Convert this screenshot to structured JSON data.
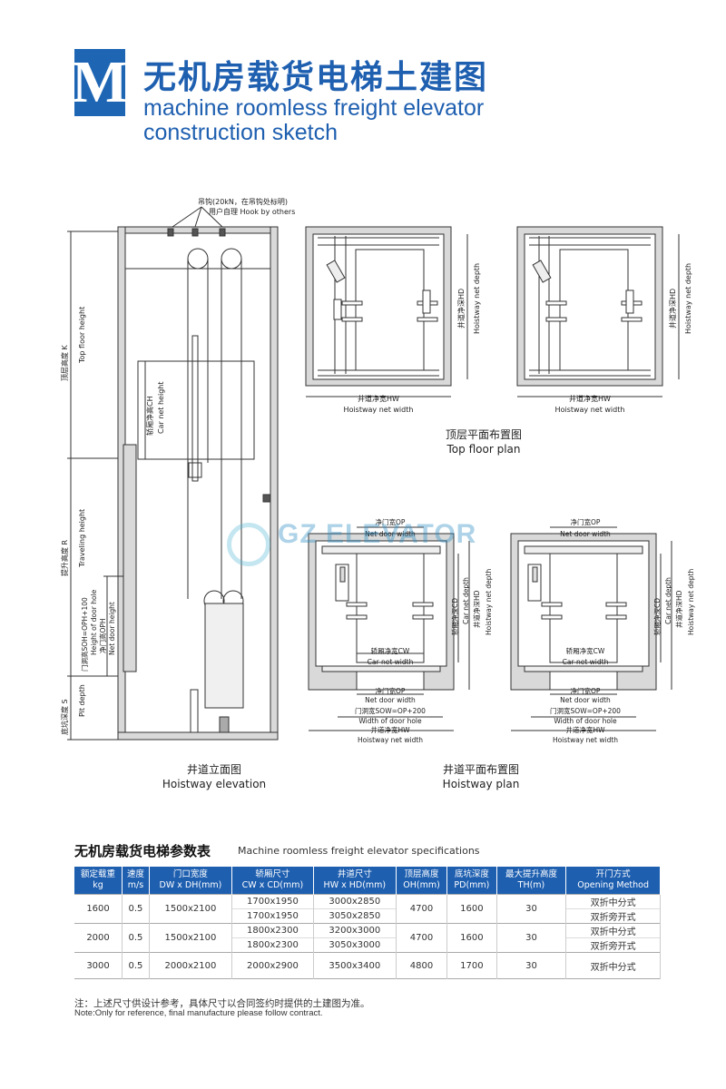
{
  "header": {
    "logo_letter": "M",
    "title_cn": "无机房载货电梯土建图",
    "title_en_line1": "machine roomless freight elevator",
    "title_en_line2": "construction sketch"
  },
  "elevation": {
    "hook_label_cn": "吊钩(20kN，在吊钩处标明)",
    "hook_label2": "用户自理 Hook by others",
    "top_floor_cn": "顶层高度 K",
    "top_floor_en": "Top floor height",
    "car_height_cn": "轿厢净高CH",
    "car_height_en": "Car net height",
    "travel_cn": "提升高度 R",
    "travel_en": "Traveling height",
    "door_hole_cn": "门洞高SOH=OPH+100",
    "door_hole_en": "Height of door hole",
    "door_height_cn": "净门高OPH",
    "door_height_en": "Net door height",
    "pit_cn": "底坑深度 S",
    "pit_en": "Pit depth",
    "caption_cn": "井道立面图",
    "caption_en": "Hoistway elevation"
  },
  "top_plan": {
    "hw_cn": "井道净宽HW",
    "hw_en": "Hoistway net width",
    "hd_cn": "井道净深HD",
    "hd_en": "Hoistway net depth",
    "caption_cn": "顶层平面布置图",
    "caption_en": "Top floor plan"
  },
  "hoist_plan": {
    "op_cn": "净门宽OP",
    "op_en": "Net door width",
    "cw_cn": "轿厢净宽CW",
    "cw_en": "Car net width",
    "cd_cn": "轿厢净深CD",
    "cd_en": "Car net depth",
    "hd_cn": "井道净深HD",
    "hd_en": "Hoistway net depth",
    "sow_cn": "门洞宽SOW=OP+200",
    "sow_en": "Width of door hole",
    "hw_cn": "井道净宽HW",
    "hw_en": "Hoistway net width",
    "caption_cn": "井道平面布置图",
    "caption_en": "Hoistway plan"
  },
  "watermark": "GZ ELEVATOR",
  "specs": {
    "title_cn": "无机房载货电梯参数表",
    "title_en": "Machine roomless freight elevator specifications",
    "headers": [
      {
        "cn": "额定载重",
        "en": "kg"
      },
      {
        "cn": "速度",
        "en": "m/s"
      },
      {
        "cn": "门口宽度",
        "en": "DW x DH(mm)"
      },
      {
        "cn": "轿厢尺寸",
        "en": "CW x CD(mm)"
      },
      {
        "cn": "井道尺寸",
        "en": "HW x HD(mm)"
      },
      {
        "cn": "顶层高度",
        "en": "OH(mm)"
      },
      {
        "cn": "底坑深度",
        "en": "PD(mm)"
      },
      {
        "cn": "最大提升高度",
        "en": "TH(m)"
      },
      {
        "cn": "开门方式",
        "en": "Opening Method"
      }
    ],
    "groups": [
      {
        "load": "1600",
        "speed": "0.5",
        "door": "1500x2100",
        "oh": "4700",
        "pd": "1600",
        "th": "30",
        "rows": [
          {
            "car": "1700x1950",
            "hoist": "3000x2850",
            "open": "双折中分式"
          },
          {
            "car": "1700x1950",
            "hoist": "3050x2850",
            "open": "双折旁开式"
          }
        ]
      },
      {
        "load": "2000",
        "speed": "0.5",
        "door": "1500x2100",
        "oh": "4700",
        "pd": "1600",
        "th": "30",
        "rows": [
          {
            "car": "1800x2300",
            "hoist": "3200x3000",
            "open": "双折中分式"
          },
          {
            "car": "1800x2300",
            "hoist": "3050x3000",
            "open": "双折旁开式"
          }
        ]
      },
      {
        "load": "3000",
        "speed": "0.5",
        "door": "2000x2100",
        "oh": "4800",
        "pd": "1700",
        "th": "30",
        "rows": [
          {
            "car": "2000x2900",
            "hoist": "3500x3400",
            "open": "双折中分式"
          }
        ]
      }
    ]
  },
  "notes": {
    "cn": "注：上述尺寸供设计参考，具体尺寸以合同签约时提供的土建图为准。",
    "en": "Note:Only for reference, final manufacture please follow contract."
  }
}
